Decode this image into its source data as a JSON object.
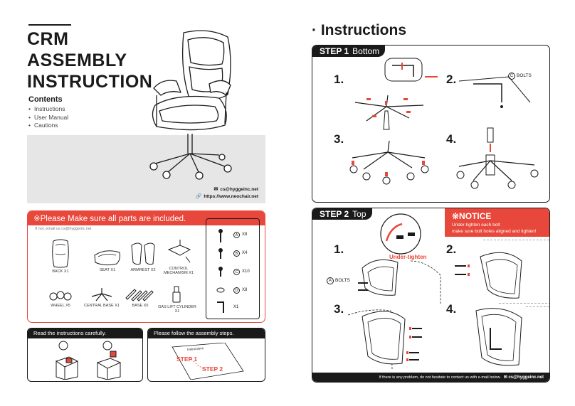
{
  "left": {
    "title_lines": [
      "CRM",
      "ASSEMBLY",
      "INSTRUCTION"
    ],
    "contents_heading": "Contents",
    "contents_items": [
      "Instructions",
      "User Manual",
      "Cautions"
    ],
    "email": "cs@hyggeinc.net",
    "website": "https://www.neochair.net",
    "parts_header": "※Please Make sure all parts are included.",
    "parts_note": "If not, email us cs@hyggeinc.net",
    "parts": [
      {
        "label": "BACK  X1"
      },
      {
        "label": "SEAT  X1"
      },
      {
        "label": "ARMREST  X2"
      },
      {
        "label": "CONTROL MECHANISM  X1"
      },
      {
        "label": "WHEEL  X5"
      },
      {
        "label": "CENTRAL BASE  X1"
      },
      {
        "label": "BASE  X5"
      },
      {
        "label": "GAS LIFT CYLINDER  X1"
      }
    ],
    "hardware": [
      {
        "letter": "A",
        "qty": "X8"
      },
      {
        "letter": "B",
        "qty": "X4"
      },
      {
        "letter": "C",
        "qty": "X10"
      },
      {
        "letter": "D",
        "qty": "X8"
      },
      {
        "letter": "",
        "qty": "X1"
      }
    ],
    "read_box_title": "Read the instructions carefully.",
    "follow_box_title": "Please follow the assembly steps.",
    "follow_doc_heading": "Instructions",
    "follow_step1": "STEP 1",
    "follow_step2": "STEP 2"
  },
  "right": {
    "title": "· Instructions",
    "step1": {
      "label": "STEP 1",
      "name": "Bottom",
      "numbers": [
        "1.",
        "2.",
        "3.",
        "4."
      ],
      "bolts_tag_letter": "C",
      "bolts_tag_text": "BOLTS"
    },
    "step2": {
      "label": "STEP 2",
      "name": "Top",
      "numbers": [
        "1.",
        "2.",
        "3.",
        "4."
      ],
      "notice_title": "※NOTICE",
      "notice_lines": [
        "Under-tighten each bolt",
        "make sure bolt holes aligned and tighten!"
      ],
      "undertighten": "Under-tighten",
      "bolts_tag_letter": "A",
      "bolts_tag_text": "BOLTS",
      "footer_text": "If there is any problem, do not hesitate to contact us with e-mail below.",
      "footer_email": "cs@hyggeinc.net"
    }
  },
  "colors": {
    "accent": "#e8473b",
    "dark": "#1a1a1a",
    "band": "#e6e6e6"
  }
}
